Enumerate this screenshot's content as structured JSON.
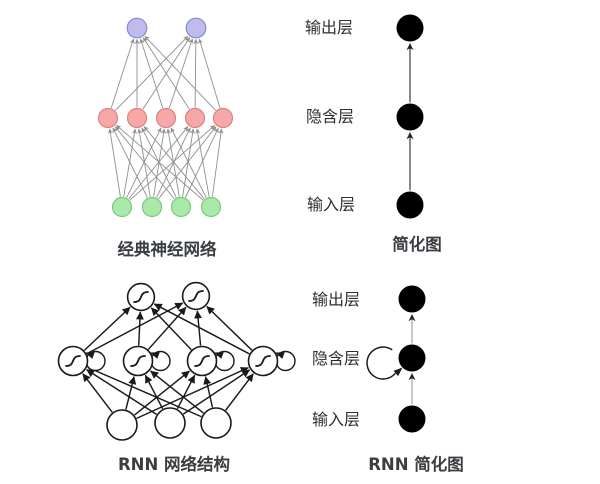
{
  "colors": {
    "label_text": "#2f2f2f",
    "caption_text": "#3a3d42",
    "ink": "#1a1a1a",
    "black_node": "#000000"
  },
  "diagrams": {
    "classic_network": {
      "caption": "经典神经网络",
      "edge_color": "#8f8f8f",
      "layers": [
        {
          "role": "output",
          "count": 2,
          "fill": "#bdbcec",
          "stroke": "#8a88d0"
        },
        {
          "role": "hidden",
          "count": 5,
          "fill": "#f6a8a8",
          "stroke": "#dd8181"
        },
        {
          "role": "input",
          "count": 4,
          "fill": "#a9e9aa",
          "stroke": "#77ca7c"
        }
      ]
    },
    "simplified_diagram": {
      "caption": "简化图",
      "layer_labels": [
        "输出层",
        "隐含层",
        "输入层"
      ],
      "node_color": "#000000",
      "arrow_color": "#2a2a2a"
    },
    "rnn_network": {
      "caption": "RNN 网络结构",
      "edge_color": "#1a1a1a",
      "layers": [
        {
          "role": "output",
          "count": 2,
          "activation": "sigmoid"
        },
        {
          "role": "hidden",
          "count": 4,
          "activation": "sigmoid",
          "self_loop": true
        },
        {
          "role": "input",
          "count": 3
        }
      ]
    },
    "rnn_simplified": {
      "caption": "RNN 简化图",
      "layer_labels": [
        "输出层",
        "隐含层",
        "输入层"
      ],
      "node_color": "#000000",
      "arrow_color": "#9a9a9a",
      "hidden_self_loop": true
    }
  }
}
